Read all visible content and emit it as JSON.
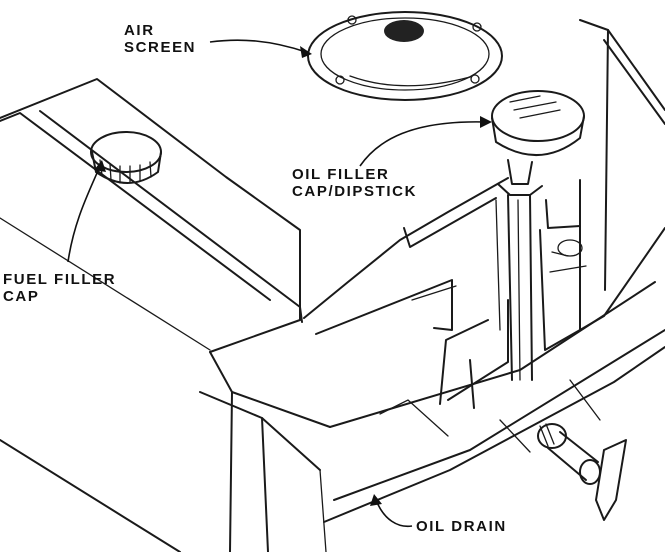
{
  "labels": {
    "air_screen": [
      "AIR",
      "SCREEN"
    ],
    "oil_filler": [
      "OIL FILLER",
      "CAP/DIPSTICK"
    ],
    "fuel_filler": [
      "FUEL FILLER",
      "CAP"
    ],
    "oil_drain": [
      "OIL DRAIN"
    ]
  },
  "colors": {
    "ink": "#1a1a1a",
    "paper": "#ffffff"
  }
}
